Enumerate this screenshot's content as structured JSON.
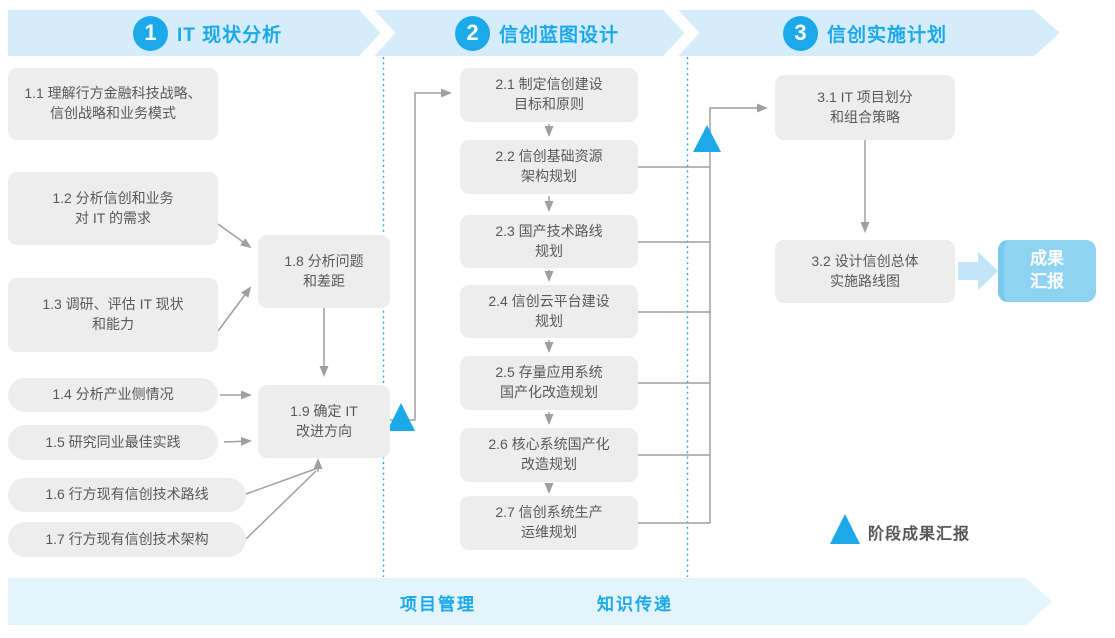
{
  "diagram": {
    "phases": [
      {
        "number": "1",
        "title": "IT 现状分析"
      },
      {
        "number": "2",
        "title": "信创蓝图设计"
      },
      {
        "number": "3",
        "title": "信创实施计划"
      }
    ],
    "steps": {
      "s11": "1.1 理解行方金融科技战略、\n信创战略和业务模式",
      "s12": "1.2 分析信创和业务\n对 IT 的需求",
      "s13": "1.3 调研、评估 IT 现状\n和能力",
      "s14": "1.4 分析产业侧情况",
      "s15": "1.5 研究同业最佳实践",
      "s16": "1.6 行方现有信创技术路线",
      "s17": "1.7 行方现有信创技术架构",
      "s18": "1.8 分析问题\n和差距",
      "s19": "1.9 确定 IT\n改进方向",
      "s21": "2.1 制定信创建设\n目标和原则",
      "s22": "2.2 信创基础资源\n架构规划",
      "s23": "2.3 国产技术路线\n规划",
      "s24": "2.4 信创云平台建设\n规划",
      "s25": "2.5 存量应用系统\n国产化改造规划",
      "s26": "2.6 核心系统国产化\n改造规划",
      "s27": "2.7 信创系统生产\n运维规划",
      "s31": "3.1 IT 项目划分\n和组合策略",
      "s32": "3.2 设计信创总体\n实施路线图"
    },
    "outcome_label": "成果\n汇报",
    "legend_label": "阶段成果汇报",
    "footer": {
      "item1": "项目管理",
      "item2": "知识传递"
    },
    "colors": {
      "accent_blue": "#1ba9e9",
      "band_blue": "#d5edfa",
      "band_blue_light": "#e4f4fc",
      "box_gray": "#ededee",
      "box_text": "#58595b",
      "connector_gray": "#9d9fa2",
      "outcome_fill": "#8ed3f2",
      "outcome_arrow": "#bfe5f7"
    }
  }
}
